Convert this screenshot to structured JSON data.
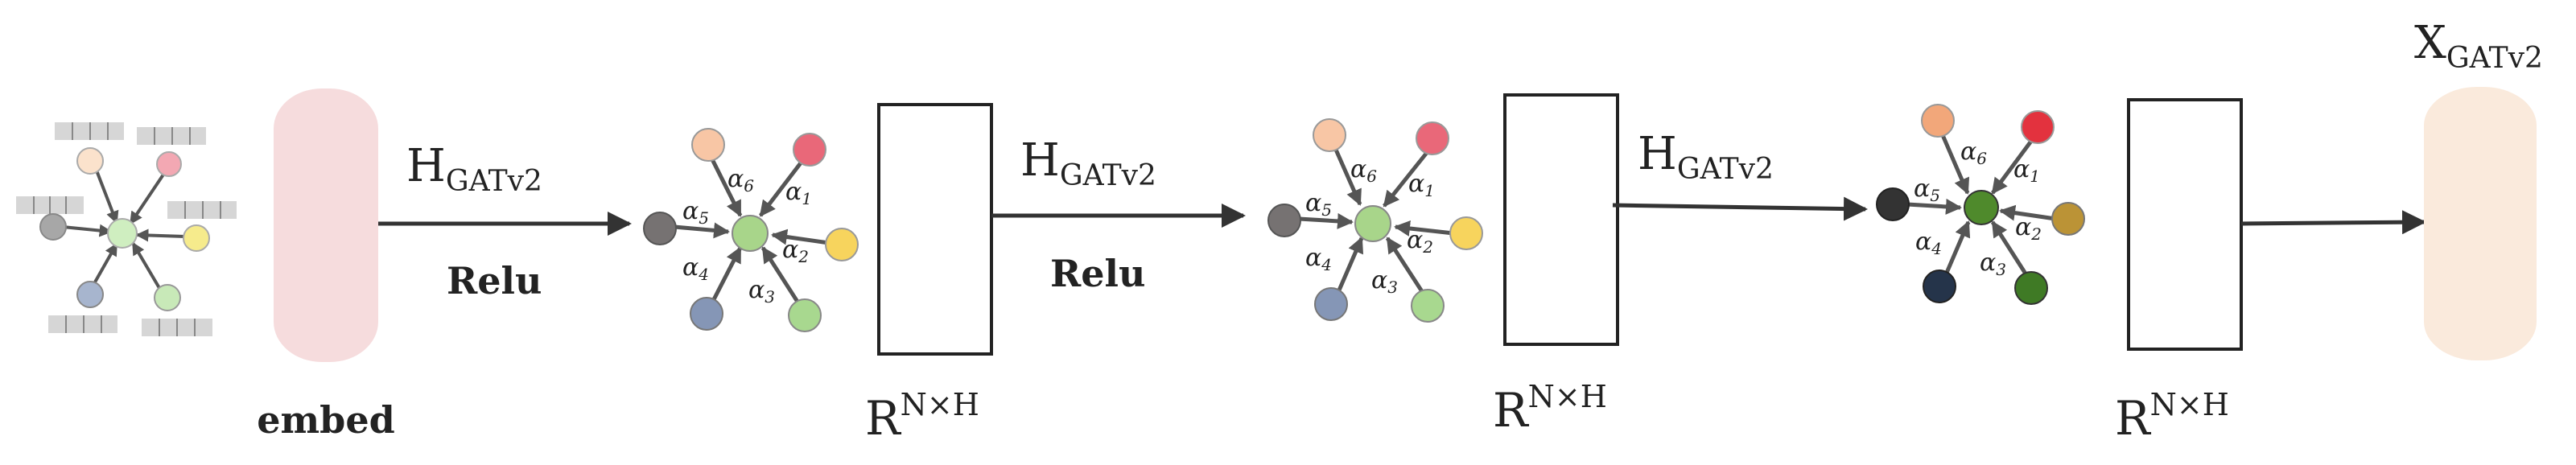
{
  "labels": {
    "embed": "embed",
    "h_main": "H",
    "h_sub": "GATv2",
    "relu": "Relu",
    "r_main": "R",
    "r_sup": "N×H",
    "x_main": "X",
    "x_sub": "GATv2"
  },
  "alphas": {
    "a1": "α",
    "a1_sub": "1",
    "a2": "α",
    "a2_sub": "2",
    "a3": "α",
    "a3_sub": "3",
    "a4": "α",
    "a4_sub": "4",
    "a5": "α",
    "a5_sub": "5",
    "a6": "α",
    "a6_sub": "6"
  },
  "colors": {
    "embed_fill": "#f6dcdd",
    "output_fill": "#faeadc",
    "arrow": "#333333",
    "center_light": "#a8d58a",
    "center_dark": "#4f8a2c"
  }
}
